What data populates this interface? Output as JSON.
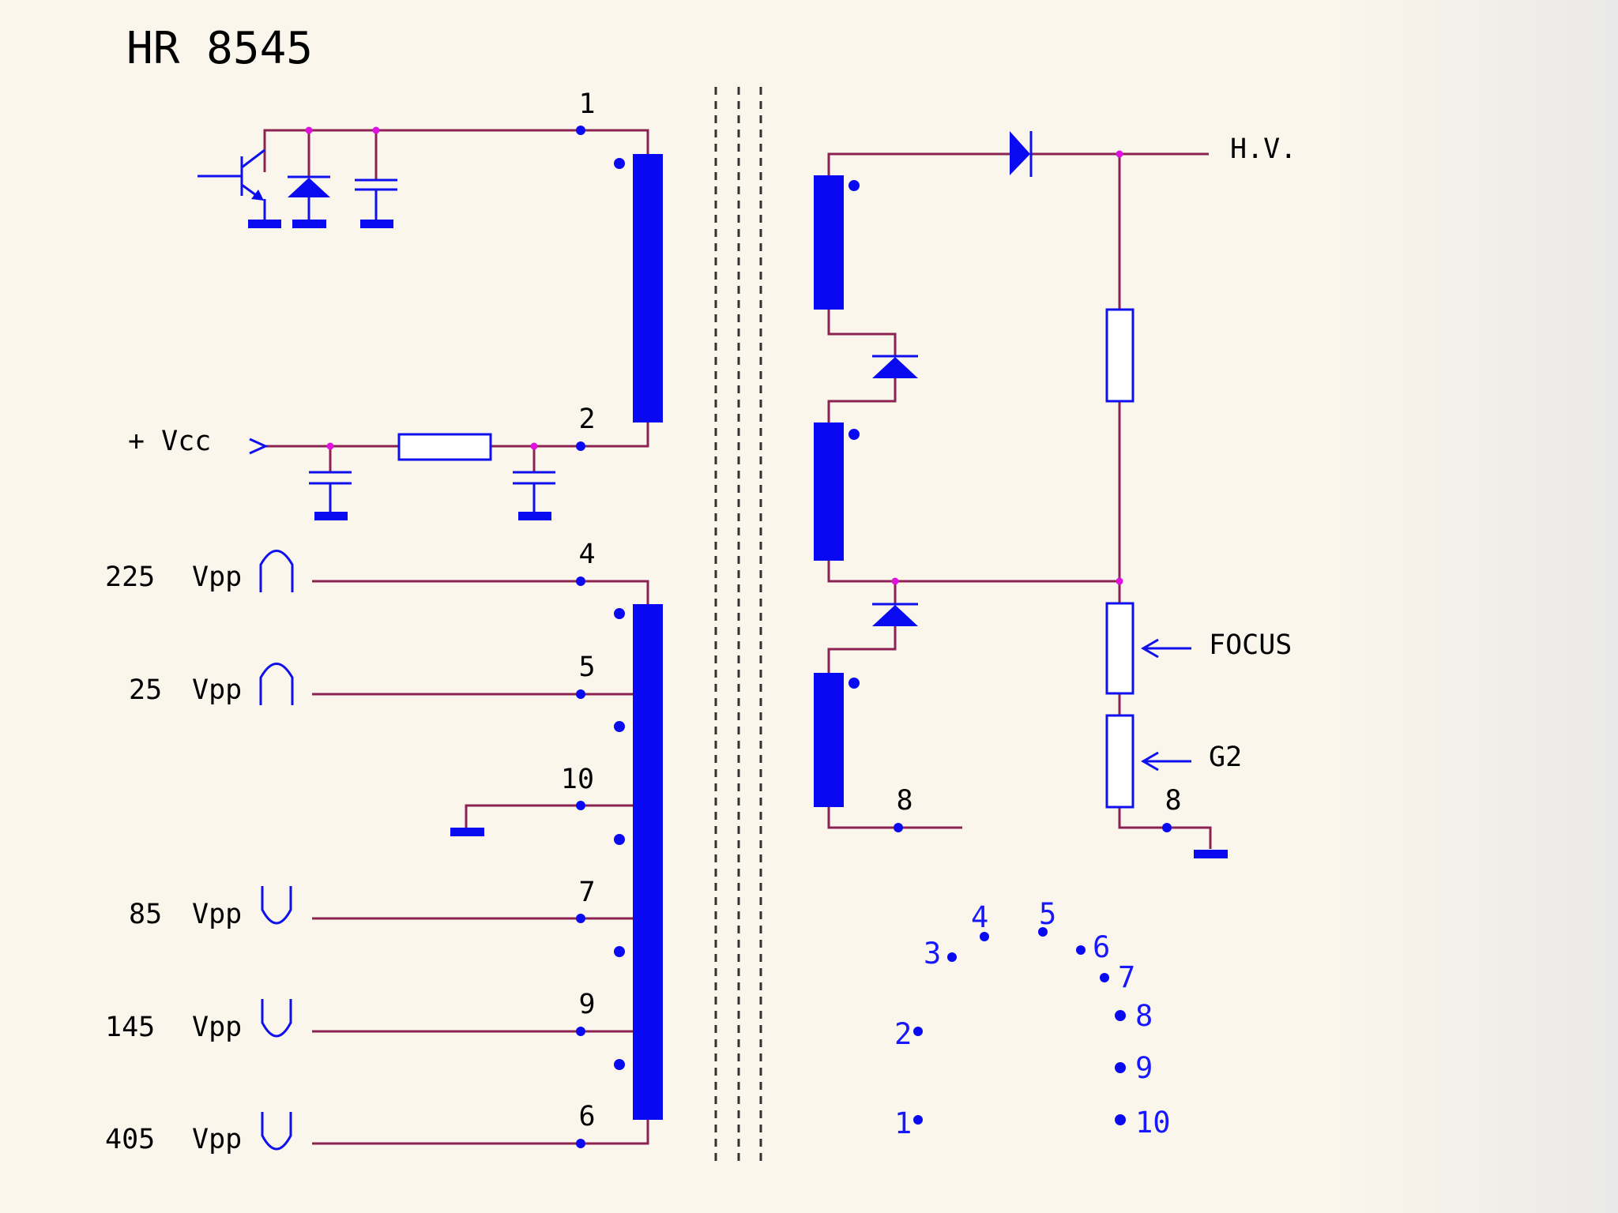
{
  "title": "HR 8545",
  "colors": {
    "wire": "#8b2252",
    "component": "#0a0af0",
    "junction": "#e010e0",
    "background": "#fbf6ec"
  },
  "primary": {
    "vcc_label": "+ Vcc",
    "pins": {
      "p1": "1",
      "p2": "2",
      "p4": "4",
      "p5": "5",
      "p10": "10",
      "p7": "7",
      "p9": "9",
      "p6": "6"
    },
    "outputs": [
      {
        "pin": "4",
        "voltage": "225",
        "unit": "Vpp",
        "pulse": "positive"
      },
      {
        "pin": "5",
        "voltage": "25",
        "unit": "Vpp",
        "pulse": "positive"
      },
      {
        "pin": "7",
        "voltage": "85",
        "unit": "Vpp",
        "pulse": "negative"
      },
      {
        "pin": "9",
        "voltage": "145",
        "unit": "Vpp",
        "pulse": "negative"
      },
      {
        "pin": "6",
        "voltage": "405",
        "unit": "Vpp",
        "pulse": "negative"
      }
    ]
  },
  "secondary": {
    "hv_label": "H.V.",
    "focus_label": "FOCUS",
    "g2_label": "G2",
    "pin_left_8": "8",
    "pin_right_8": "8"
  },
  "socket": {
    "pins": [
      "1",
      "2",
      "3",
      "4",
      "5",
      "6",
      "7",
      "8",
      "9",
      "10"
    ]
  }
}
